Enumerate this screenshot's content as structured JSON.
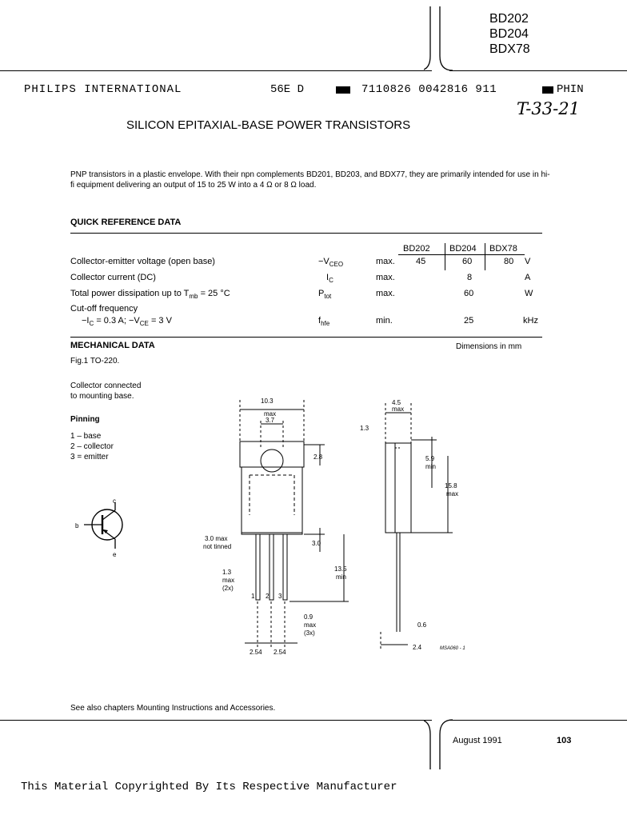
{
  "header": {
    "part_numbers": [
      "BD202",
      "BD204",
      "BDX78"
    ],
    "company": "PHILIPS INTERNATIONAL",
    "code": "56E D",
    "lot": "7110826 0042816 911",
    "brand_code": "PHIN",
    "handwritten": "T-33-21"
  },
  "title": "SILICON EPITAXIAL-BASE POWER TRANSISTORS",
  "intro": "PNP transistors in a plastic envelope. With their npn complements BD201, BD203, and BDX77, they are primarily intended for use in hi-fi equipment delivering an output of 15 to 25 W into a 4 Ω or 8 Ω load.",
  "quick_ref": {
    "heading": "QUICK REFERENCE DATA",
    "columns": [
      "BD202",
      "BD204",
      "BDX78"
    ],
    "rows": [
      {
        "label": "Collector-emitter voltage (open base)",
        "symbol": "−V",
        "symbol_sub": "CEO",
        "qualifier": "max.",
        "v1": "45",
        "v2": "60",
        "v3": "80",
        "unit": "V"
      },
      {
        "label": "Collector current (DC)",
        "symbol": "I",
        "symbol_sub": "C",
        "qualifier": "max.",
        "v_all": "8",
        "unit": "A"
      },
      {
        "label": "Total power dissipation up to T",
        "label_sub": "mb",
        "label_tail": " = 25 °C",
        "symbol": "P",
        "symbol_sub": "tot",
        "qualifier": "max.",
        "v_all": "60",
        "unit": "W"
      },
      {
        "label": "Cut-off frequency",
        "label2": "−I",
        "label2_sub": "C",
        "label2_tail": " = 0.3 A; −V",
        "label2_sub2": "CE",
        "label2_tail2": " = 3 V",
        "symbol": "f",
        "symbol_sub": "hfe",
        "qualifier": "min.",
        "v_all": "25",
        "unit": "kHz"
      }
    ]
  },
  "mechanical": {
    "heading": "MECHANICAL DATA",
    "dims_note": "Dimensions in mm",
    "fig": "Fig.1 TO-220.",
    "collector_note_1": "Collector connected",
    "collector_note_2": "to mounting base.",
    "pinning_heading": "Pinning",
    "pins": [
      "1 – base",
      "2 – collector",
      "3 = emitter"
    ],
    "symbol_labels": {
      "c": "c",
      "b": "b",
      "e": "e"
    },
    "dims": {
      "w_total": "10.3",
      "w_total_max": "max",
      "w_hole": "3.7",
      "d_top": "2.8",
      "notch": "3.0 max",
      "notch_note": "not tinned",
      "lead_top": "3.0",
      "lead_len": "13.5",
      "lead_len_min": "min",
      "lead_w": "1.3",
      "lead_w_max": "max",
      "lead_w_count": "(2x)",
      "pin1": "1",
      "pin2": "2",
      "pin3": "3",
      "lead_thk": "0.9",
      "lead_thk_max": "max",
      "lead_thk_count": "(3x)",
      "pitch1": "2.54",
      "pitch2": "2.54",
      "side_w": "4.5",
      "side_w_max": "max",
      "side_tab": "1.3",
      "side_hole": "5.9",
      "side_hole_min": "min",
      "side_h": "15.8",
      "side_h_max": "max",
      "side_lead": "0.6",
      "side_base": "2.4",
      "drawing_ref": "MSA060 - 1"
    }
  },
  "see_also": "See also chapters Mounting Instructions and Accessories.",
  "footer": {
    "date": "August 1991",
    "page": "103"
  },
  "copyright": "This Material Copyrighted By Its Respective Manufacturer"
}
